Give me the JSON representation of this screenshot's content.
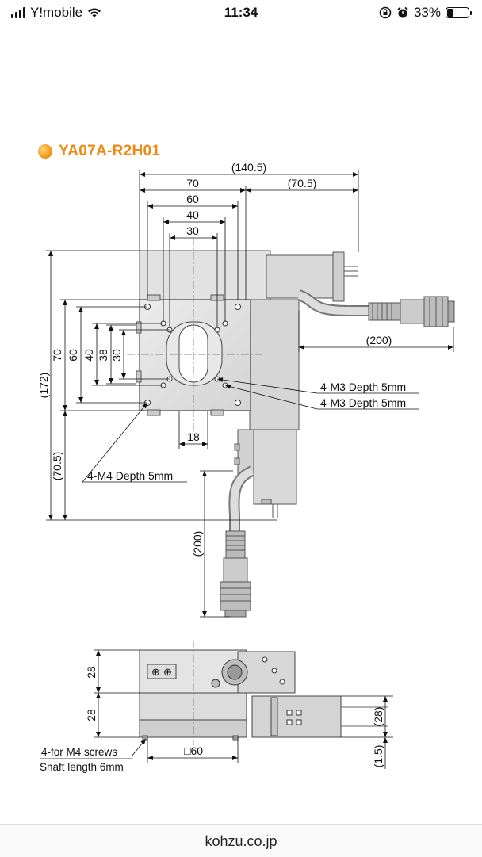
{
  "status_bar": {
    "carrier": "Y!mobile",
    "time": "11:34",
    "battery": "33%",
    "battery_level": 0.33
  },
  "diagram": {
    "title": "YA07A-R2H01",
    "dims_top": [
      "(140.5)",
      "70",
      "(70.5)",
      "60",
      "40",
      "30"
    ],
    "dims_left": [
      "(172)",
      "70",
      "60",
      "40",
      "38",
      "30",
      "(70.5)"
    ],
    "dims_other": [
      "(200)",
      "18",
      "(200)"
    ],
    "callouts": [
      "4-M3 Depth 5mm",
      "4-M3 Depth 5mm",
      "4-M4 Depth 5mm"
    ],
    "side_dims": [
      "28",
      "28",
      "(28)",
      "(1.5)",
      "□60"
    ],
    "side_callouts": [
      "4-for M4 screws",
      "Shaft length 6mm"
    ]
  },
  "footer": {
    "domain": "kohzu.co.jp"
  }
}
